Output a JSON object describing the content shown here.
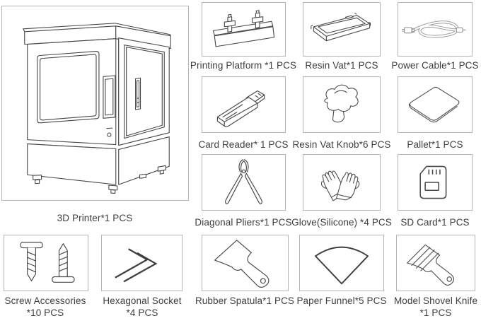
{
  "page": {
    "background": "#ffffff",
    "box_border_color": "#b4b4b4",
    "drawing_line_color": "#4a4a4a",
    "cable_line_color": "#8f8f8f",
    "text_color": "#3e3e3e"
  },
  "printer": {
    "label": "3D Printer*1 PCS",
    "icon": "3d-printer-line-drawing"
  },
  "grid_items": [
    {
      "icon": "printing-platform-icon",
      "label": "Printing Platform *1 PCS"
    },
    {
      "icon": "resin-vat-icon",
      "label": "Resin Vat*1 PCS"
    },
    {
      "icon": "power-cable-icon",
      "label": "Power Cable*1 PCS"
    },
    {
      "icon": "card-reader-icon",
      "label": "Card Reader* 1 PCS"
    },
    {
      "icon": "resin-vat-knob-icon",
      "label": "Resin Vat Knob*6 PCS"
    },
    {
      "icon": "pallet-icon",
      "label": "Pallet*1 PCS"
    },
    {
      "icon": "diagonal-pliers-icon",
      "label": "Diagonal Pliers*1 PCS"
    },
    {
      "icon": "glove-icon",
      "label": "Glove(Silicone) *4 PCS"
    },
    {
      "icon": "sd-card-icon",
      "label": "SD Card*1 PCS"
    }
  ],
  "bottom_items": [
    {
      "icon": "screw-accessories-icon",
      "label_line1": "Screw Accessories",
      "label_line2": "*10 PCS"
    },
    {
      "icon": "hexagonal-socket-icon",
      "label_line1": "Hexagonal Socket",
      "label_line2": "*4 PCS"
    },
    {
      "icon": "rubber-spatula-icon",
      "label_line1": "Rubber Spatula*1 PCS",
      "label_line2": ""
    },
    {
      "icon": "paper-funnel-icon",
      "label_line1": "Paper Funnel*5 PCS",
      "label_line2": ""
    },
    {
      "icon": "model-shovel-knife-icon",
      "label_line1": "Model Shovel Knife",
      "label_line2": "*1 PCS"
    }
  ]
}
